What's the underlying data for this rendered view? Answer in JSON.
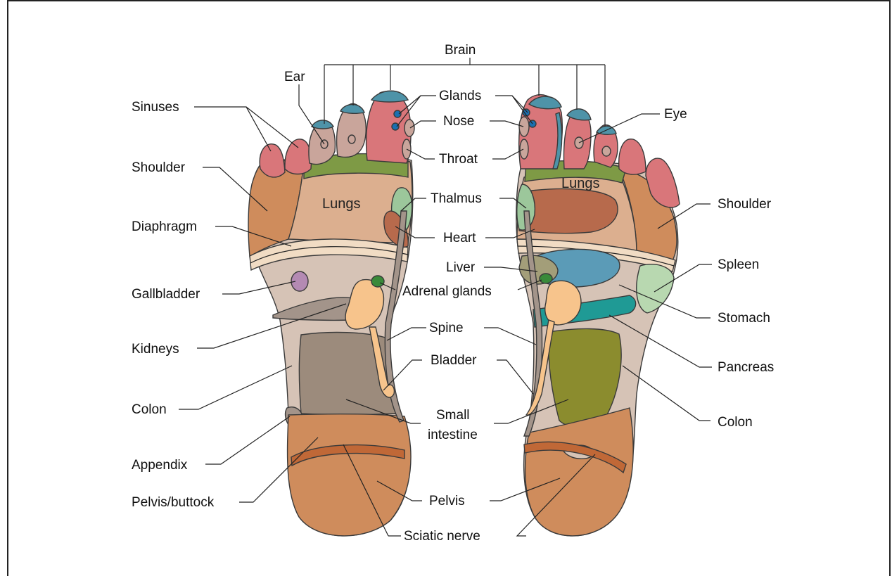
{
  "colors": {
    "toe": "#d9767a",
    "toe_tip": "#4e93a8",
    "band_green": "#7e9a45",
    "lungs": "#dcaf8f",
    "shoulder": "#cf8c5c",
    "sole": "#d6c3b6",
    "kidney": "#f7c48c",
    "intestine": "#9c8b7c",
    "pelvis": "#cf8c5c",
    "sciatic": "#c06837",
    "heart": "#b76a4c",
    "thalamus": "#9cc79b",
    "liver": "#a39e79",
    "stomach_blue": "#5b9bb7",
    "spleen": "#b8d8b0",
    "pancreas": "#1f9a95",
    "small_intestine_right": "#8b8c2e",
    "gallbladder": "#b48ab3",
    "adrenal": "#3a8a3a"
  },
  "labels": {
    "brain": "Brain",
    "ear": "Ear",
    "glands": "Glands",
    "nose": "Nose",
    "eye": "Eye",
    "sinuses": "Sinuses",
    "throat": "Throat",
    "shoulder_left": "Shoulder",
    "shoulder_right": "Shoulder",
    "lungs_left": "Lungs",
    "lungs_right": "Lungs",
    "thalmus": "Thalmus",
    "diaphragm": "Diaphragm",
    "heart": "Heart",
    "liver": "Liver",
    "spleen": "Spleen",
    "gallbladder": "Gallbladder",
    "adrenal_glands": "Adrenal glands",
    "stomach": "Stomach",
    "kidneys": "Kidneys",
    "spine": "Spine",
    "bladder": "Bladder",
    "pancreas": "Pancreas",
    "colon_left": "Colon",
    "colon_right": "Colon",
    "small": "Small",
    "intestine": "intestine",
    "appendix": "Appendix",
    "pelvis_buttock": "Pelvis/buttock",
    "pelvis": "Pelvis",
    "sciatic_nerve": "Sciatic nerve"
  }
}
